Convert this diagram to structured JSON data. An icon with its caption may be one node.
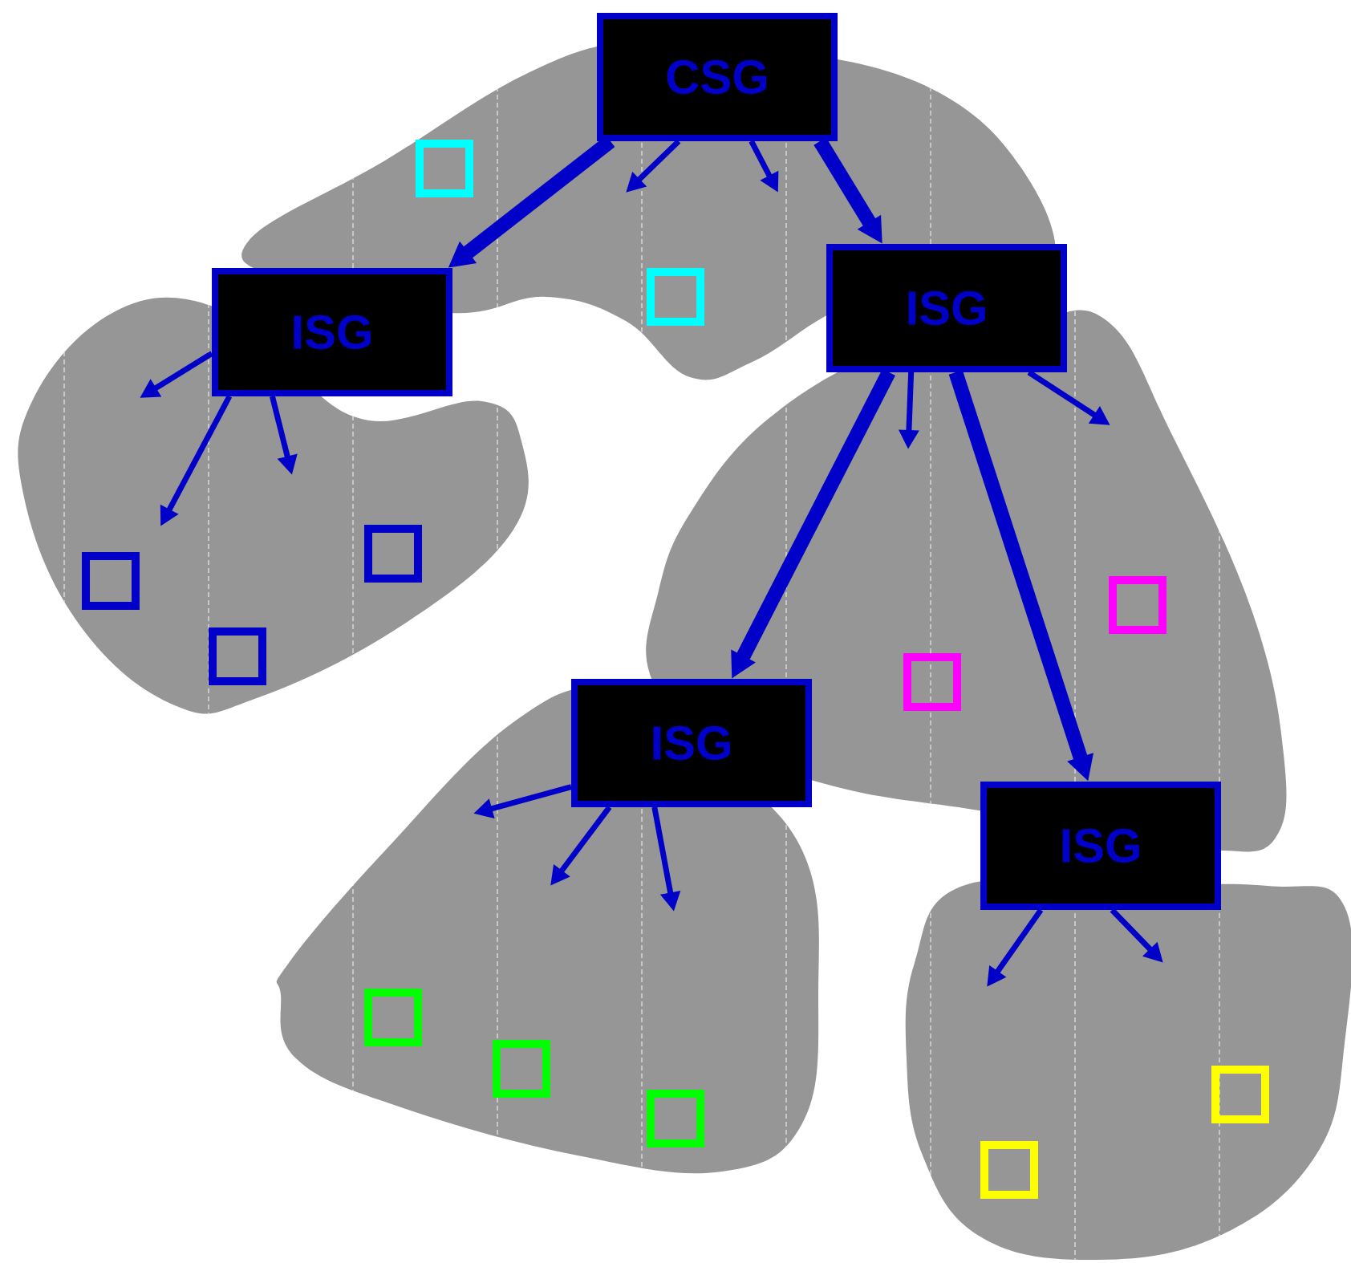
{
  "diagram": {
    "nodes": [
      {
        "text": [
          "CSG"
        ]
      },
      {
        "text": [
          "ISG"
        ]
      },
      {
        "text": [
          "ISG"
        ]
      },
      {
        "text": [
          "ISG"
        ]
      },
      {
        "text": [
          "ISG"
        ]
      },
      {
        "text": [],
        "shape": "box"
      },
      {
        "text": [],
        "shape": "box"
      },
      {
        "text": [],
        "shape": "box"
      },
      {
        "text": [],
        "shape": "box"
      },
      {
        "text": [],
        "shape": "box"
      },
      {
        "text": [],
        "shape": "box"
      },
      {
        "text": [],
        "shape": "box"
      },
      {
        "text": [],
        "shape": "box"
      },
      {
        "text": [],
        "shape": "box"
      },
      {
        "text": [],
        "shape": "box"
      },
      {
        "text": [],
        "shape": "box"
      },
      {
        "text": [],
        "shape": "box"
      }
    ],
    "edges": [
      {
        "from": 0,
        "to": 1,
        "arrow": "to",
        "style": "thick"
      },
      {
        "from": 0,
        "to": 2,
        "arrow": "to",
        "style": "thick"
      },
      {
        "from": 2,
        "to": 3,
        "arrow": "to",
        "style": "thick"
      },
      {
        "from": 2,
        "to": 4,
        "arrow": "to",
        "style": "thick"
      },
      {
        "from": 0,
        "to": null,
        "arrow": "to"
      },
      {
        "from": 0,
        "to": null,
        "arrow": "to"
      },
      {
        "from": 1,
        "to": null,
        "arrow": "to"
      },
      {
        "from": 1,
        "to": null,
        "arrow": "to"
      },
      {
        "from": 1,
        "to": null,
        "arrow": "to"
      },
      {
        "from": 2,
        "to": null,
        "arrow": "to"
      },
      {
        "from": 2,
        "to": null,
        "arrow": "to"
      },
      {
        "from": 3,
        "to": null,
        "arrow": "to"
      },
      {
        "from": 3,
        "to": null,
        "arrow": "to"
      },
      {
        "from": 3,
        "to": null,
        "arrow": "to"
      },
      {
        "from": 4,
        "to": null,
        "arrow": "to"
      },
      {
        "from": 4,
        "to": null,
        "arrow": "to"
      }
    ]
  }
}
